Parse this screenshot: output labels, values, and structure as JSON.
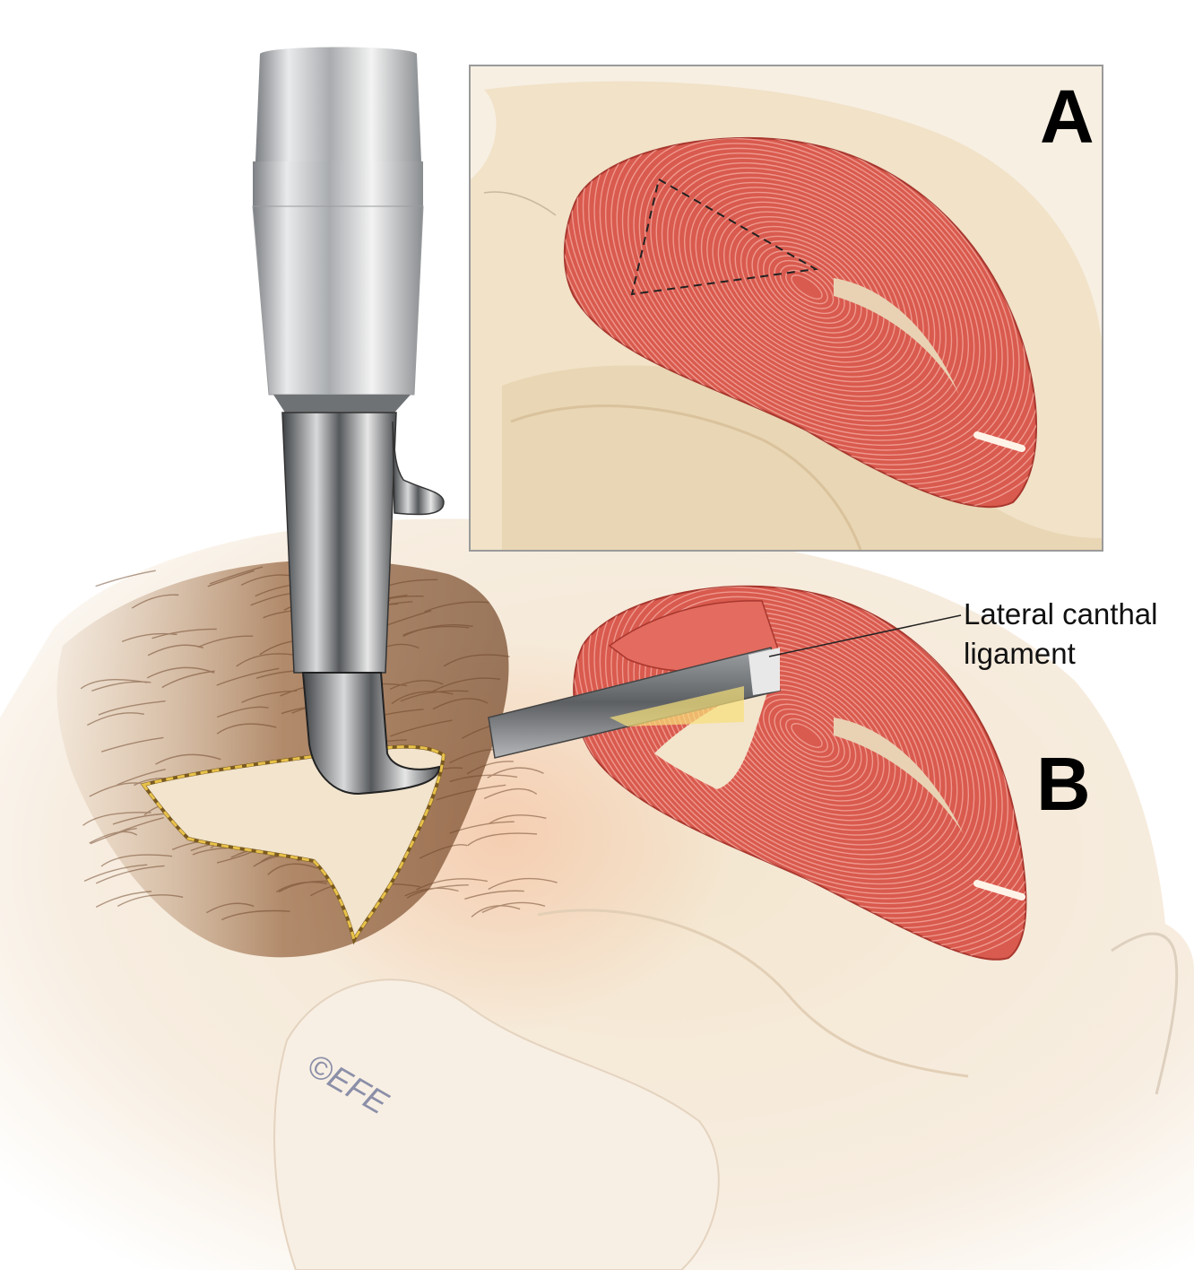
{
  "figure": {
    "panel_a_letter": "A",
    "panel_b_letter": "B",
    "annotation": {
      "line1": "Lateral canthal",
      "line2": "ligament"
    },
    "watermark": "©EFE"
  },
  "colors": {
    "muscle": "#d95a4e",
    "muscle_fiber": "#f2a49a",
    "bone": "#f3e6d0",
    "hair": "#9a6a45",
    "instrument": "#b8babd",
    "craniotomy_edge": "#d9b23a"
  }
}
